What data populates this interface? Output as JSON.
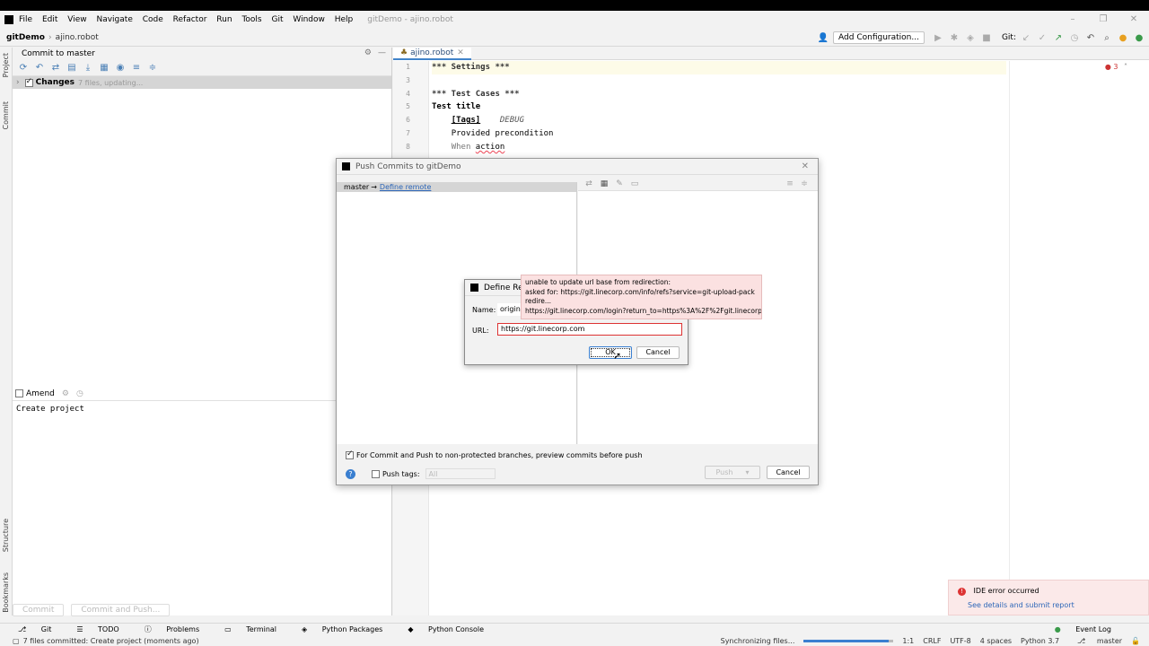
{
  "window": {
    "title": "gitDemo - ajino.robot",
    "menu": [
      "File",
      "Edit",
      "View",
      "Navigate",
      "Code",
      "Refactor",
      "Run",
      "Tools",
      "Git",
      "Window",
      "Help"
    ]
  },
  "navbar": {
    "project": "gitDemo",
    "file": "ajino.robot",
    "add_config": "Add Configuration...",
    "git_label": "Git:"
  },
  "side_stripe": {
    "project": "Project",
    "commit": "Commit",
    "structure": "Structure",
    "bookmarks": "Bookmarks"
  },
  "commit_panel": {
    "title": "Commit to master",
    "changes_label": "Changes",
    "changes_status": "7 files, updating...",
    "amend_label": "Amend",
    "message": "Create project",
    "commit_button": "Commit",
    "commit_push_button": "Commit and Push..."
  },
  "editor": {
    "tab": "ajino.robot",
    "error_count": "3",
    "lines": [
      {
        "num": "1",
        "text": "*** Settings ***"
      },
      {
        "num": "3",
        "text": ""
      },
      {
        "num": "4",
        "text": "*** Test Cases ***"
      },
      {
        "num": "5",
        "text": "Test title"
      },
      {
        "num": "6",
        "text": "[Tags]    DEBUG"
      },
      {
        "num": "7",
        "text": "Provided precondition"
      },
      {
        "num": "8",
        "text": "When action"
      }
    ],
    "line_blank_num": "3",
    "settings": "*** Settings ***",
    "testcases": "*** Test Cases ***",
    "test_title": "Test title",
    "tags_kw": "[Tags]",
    "tags_val": "DEBUG",
    "precondition": "Provided precondition",
    "when_kw": "When",
    "action": "action"
  },
  "push_dialog": {
    "title": "Push Commits to gitDemo",
    "branch": "master",
    "arrow": "→",
    "define_remote": "Define remote",
    "option_label": "For Commit and Push to non-protected branches, preview commits before push",
    "push_tags": "Push tags:",
    "tags_select": "All",
    "push_button": "Push",
    "cancel_button": "Cancel"
  },
  "define_remote": {
    "title": "Define Remote",
    "name_label": "Name:",
    "name_value": "origin",
    "url_label": "URL:",
    "url_value": "https://git.linecorp.com",
    "ok": "OK",
    "cancel": "Cancel"
  },
  "error_tooltip": {
    "line1": "unable to update url base from redirection:",
    "line2": "asked for: https://git.linecorp.com/info/refs?service=git-upload-pack",
    "line3": "redire...",
    "line4": "https://git.linecorp.com/login?return_to=https%3A%2F%2Fgit.linecorp..."
  },
  "notification": {
    "title": "IDE error occurred",
    "link": "See details and submit report"
  },
  "toolwindows": [
    "Git",
    "TODO",
    "Problems",
    "Terminal",
    "Python Packages",
    "Python Console"
  ],
  "event_log": "Event Log",
  "status": {
    "message": "7 files committed: Create project (moments ago)",
    "sync": "Synchronizing files...",
    "sync_progress": 0.95,
    "position": "1:1",
    "line_sep": "CRLF",
    "encoding": "UTF-8",
    "indent": "4 spaces",
    "python": "Python 3.7",
    "branch": "master"
  },
  "colors": {
    "accent": "#3a7fd0",
    "error": "#d33333",
    "tooltip_bg": "#fbe1e1"
  }
}
